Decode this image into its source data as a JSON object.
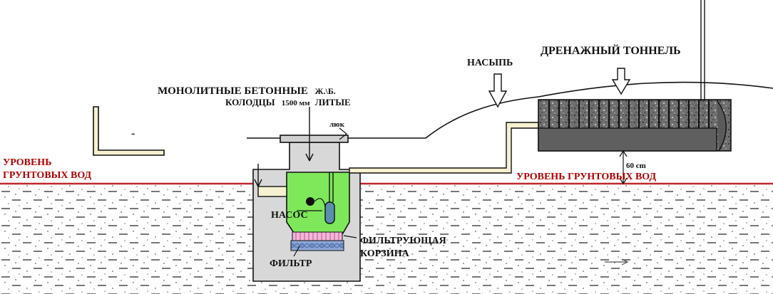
{
  "labels": {
    "monolith_line1": "МОНОЛИТНЫЕ БЕТОННЫЕ",
    "monolith_line1_b": "Ж.\\Б.",
    "monolith_line2": "КОЛОДЦЫ",
    "monolith_line2_b": "1500 мм",
    "monolith_line2_c": "ЛИТЫЕ",
    "hatch": "люк",
    "embankment": "НАСЫПЬ",
    "drainage_tunnel": "ДРЕНАЖНЫЙ ТОННЕЛЬ",
    "groundwater_left_1": "УРОВЕНЬ",
    "groundwater_left_2": "ГРУНТОВЫХ ВОД",
    "groundwater_right": "УРОВЕНЬ ГРУНТОВЫХ   ВОД",
    "clearance": "60 cm",
    "pump": "НАСОС",
    "filter_basket_1": "ФИЛЬТРУЮЩАЯ",
    "filter_basket_2": "КОРЗИНА",
    "filter": "ФИЛЬТР",
    "left_mark": "-"
  },
  "colors": {
    "groundwater_line": "#c0272d",
    "well_water": "#7fe85a",
    "concrete": "#d8d8d8",
    "pipe": "#f6f1cf",
    "tunnel_fill": "#6f6f6f",
    "pump": "#5b8fb0",
    "basket": "#f0b8d8",
    "filter": "#8da8d8"
  }
}
